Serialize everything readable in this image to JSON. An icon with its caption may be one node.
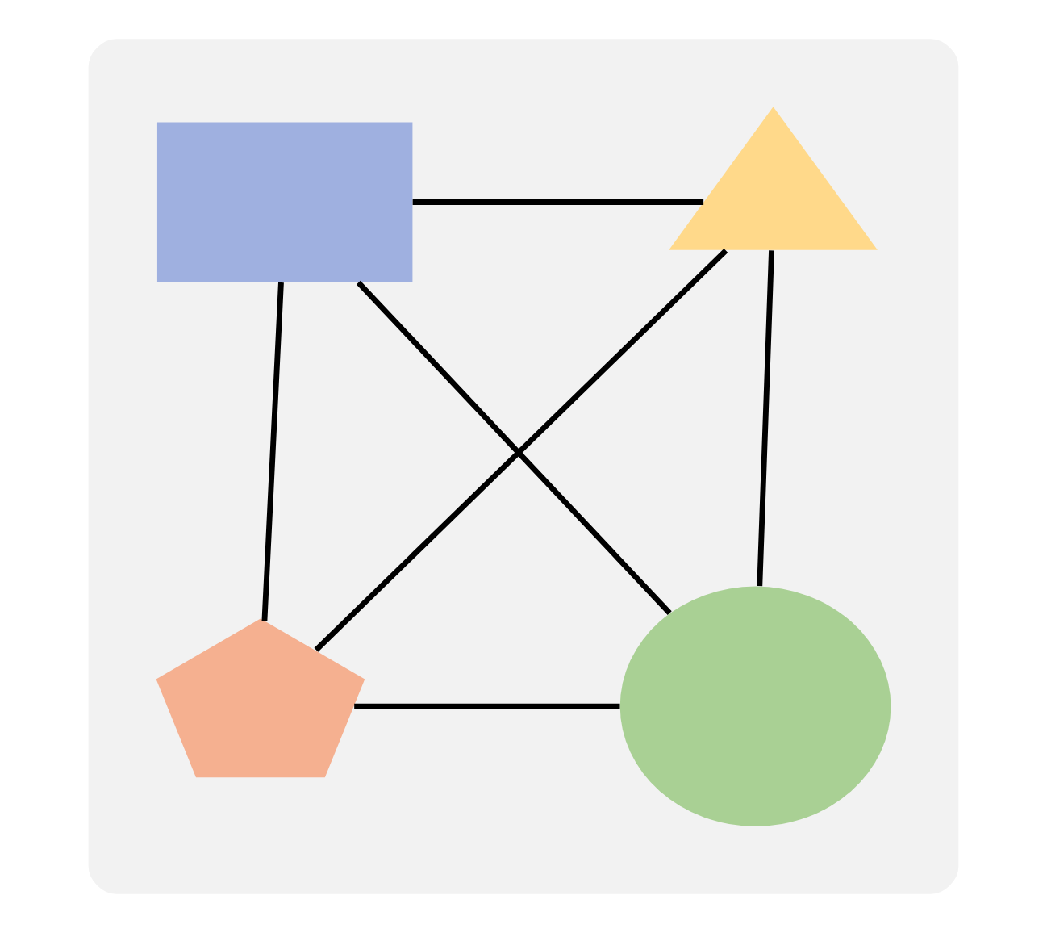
{
  "diagram": {
    "nodes": [
      {
        "text": [],
        "shape": "cloud"
      },
      {
        "text": [],
        "shape": "box",
        "in": 0
      },
      {
        "text": [],
        "shape": "triangle",
        "in": 0
      },
      {
        "text": [],
        "shape": "pentagon",
        "in": 0
      },
      {
        "text": [],
        "shape": "circle",
        "in": 0
      }
    ],
    "edges": [
      {
        "from": 1,
        "to": 2,
        "arrow": "none"
      },
      {
        "from": 1,
        "to": 4,
        "arrow": "none"
      },
      {
        "from": 2,
        "to": 3,
        "arrow": "none"
      },
      {
        "from": 1,
        "to": 3,
        "arrow": "none"
      },
      {
        "from": 2,
        "to": 4,
        "arrow": "none"
      },
      {
        "from": 3,
        "to": 4,
        "arrow": "none"
      }
    ]
  }
}
